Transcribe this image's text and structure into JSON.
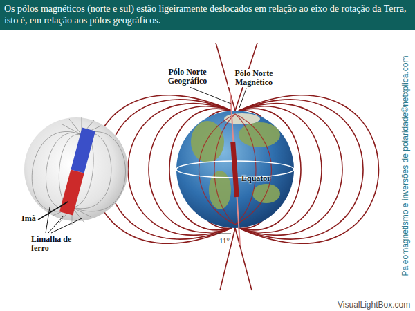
{
  "diagram": {
    "title": "Os pólos magnéticos (norte e sul) estão ligeiramente deslocados em relação ao eixo de rotação da Terra, isto é, em relação aos pólos geográficos.",
    "labels": [
      "Pólo Norte Geográfico",
      "Pólo Norte Magnético",
      "Equator",
      "11°",
      "Imã",
      "Limalha de ferro",
      "Paleomagnetismo e inversões de polaridade©netxplica.com",
      "VisualLightBox.com"
    ]
  }
}
